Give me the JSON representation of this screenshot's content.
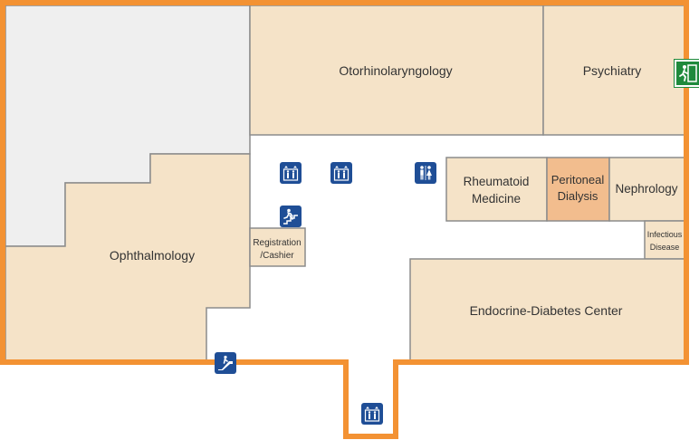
{
  "colors": {
    "outline": "#f39233",
    "room_fill": "#f5e3c8",
    "room_border": "#8c8c8c",
    "highlight_fill": "#f2bd8e",
    "unused_fill": "#efefef",
    "icon_blue": "#1f4e96",
    "exit_green": "#1f8a3c"
  },
  "rooms": {
    "otorhinolaryngology": "Otorhinolaryngology",
    "psychiatry": "Psychiatry",
    "rheumatoid_line1": "Rheumatoid",
    "rheumatoid_line2": "Medicine",
    "peritoneal_line1": "Peritoneal",
    "peritoneal_line2": "Dialysis",
    "nephrology": "Nephrology",
    "infectious_line1": "Infectious",
    "infectious_line2": "Disease",
    "registration_line1": "Registration",
    "registration_line2": "/Cashier",
    "ophthalmology": "Ophthalmology",
    "endocrine": "Endocrine-Diabetes Center"
  },
  "icons": {
    "elevator": "elevator-icon",
    "restroom": "restroom-icon",
    "stairs": "stairs-icon",
    "escalator": "escalator-icon",
    "emergency_exit": "emergency-exit-icon"
  }
}
